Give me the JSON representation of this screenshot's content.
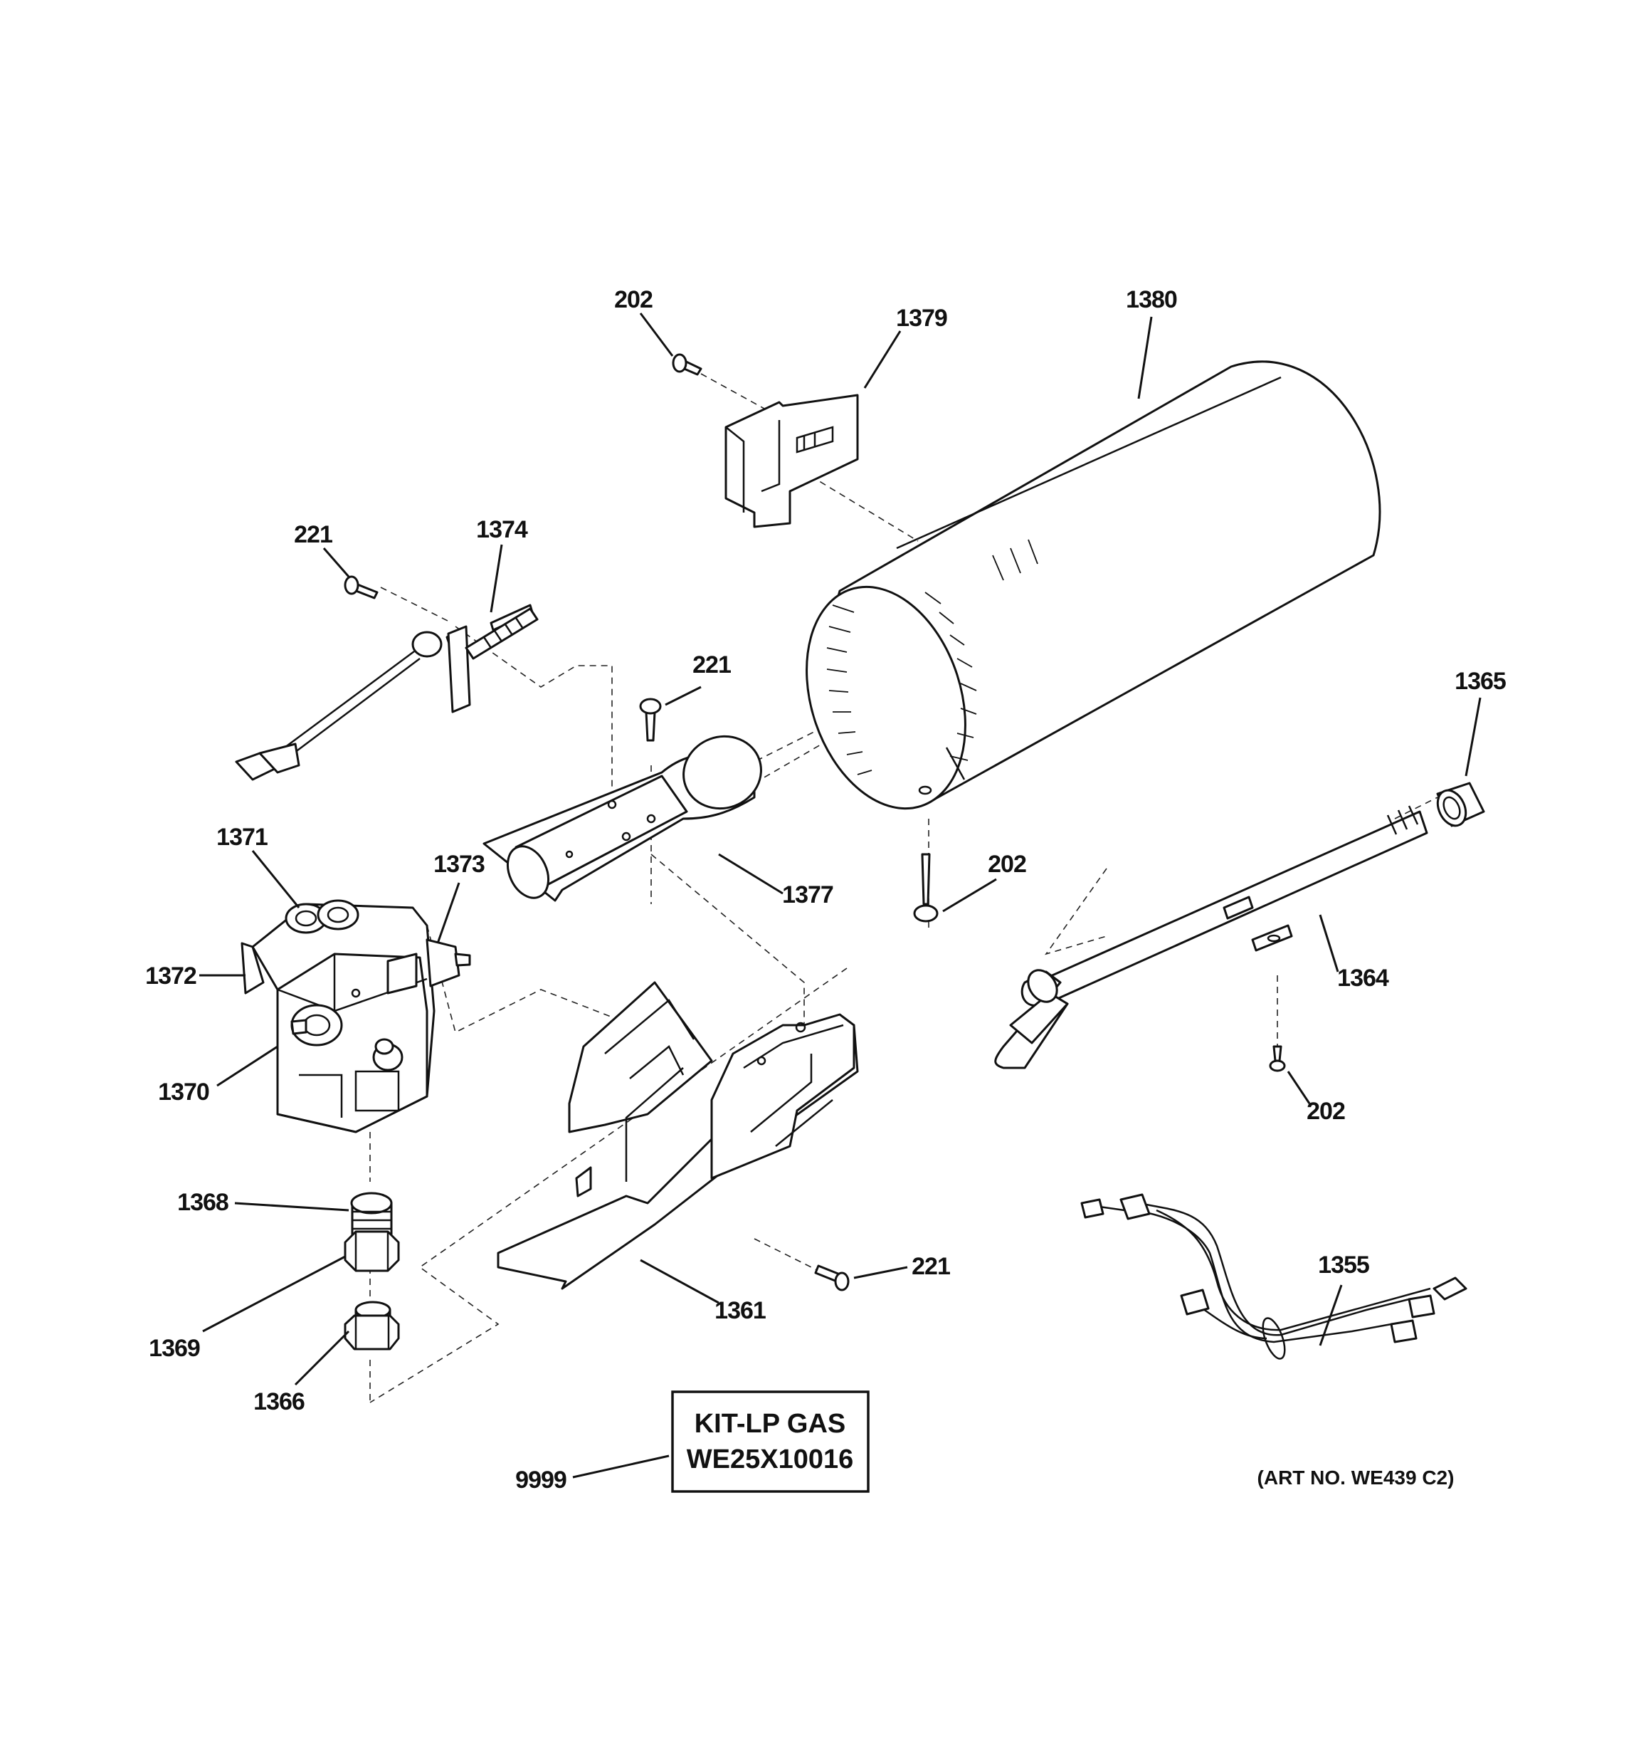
{
  "callouts": [
    {
      "id": "c-202-top",
      "text": "202"
    },
    {
      "id": "c-1379",
      "text": "1379"
    },
    {
      "id": "c-1380",
      "text": "1380"
    },
    {
      "id": "c-221-left",
      "text": "221"
    },
    {
      "id": "c-1374",
      "text": "1374"
    },
    {
      "id": "c-221-mid",
      "text": "221"
    },
    {
      "id": "c-1365",
      "text": "1365"
    },
    {
      "id": "c-1371",
      "text": "1371"
    },
    {
      "id": "c-1373",
      "text": "1373"
    },
    {
      "id": "c-1377",
      "text": "1377"
    },
    {
      "id": "c-202-mid",
      "text": "202"
    },
    {
      "id": "c-1372",
      "text": "1372"
    },
    {
      "id": "c-1364",
      "text": "1364"
    },
    {
      "id": "c-1370",
      "text": "1370"
    },
    {
      "id": "c-202-right",
      "text": "202"
    },
    {
      "id": "c-1368",
      "text": "1368"
    },
    {
      "id": "c-221-bottom",
      "text": "221"
    },
    {
      "id": "c-1355",
      "text": "1355"
    },
    {
      "id": "c-1361",
      "text": "1361"
    },
    {
      "id": "c-1369",
      "text": "1369"
    },
    {
      "id": "c-1366",
      "text": "1366"
    },
    {
      "id": "c-9999",
      "text": "9999"
    }
  ],
  "kit": {
    "line1": "KIT-LP GAS",
    "line2": "WE25X10016"
  },
  "art_no": "(ART NO. WE439 C2)"
}
